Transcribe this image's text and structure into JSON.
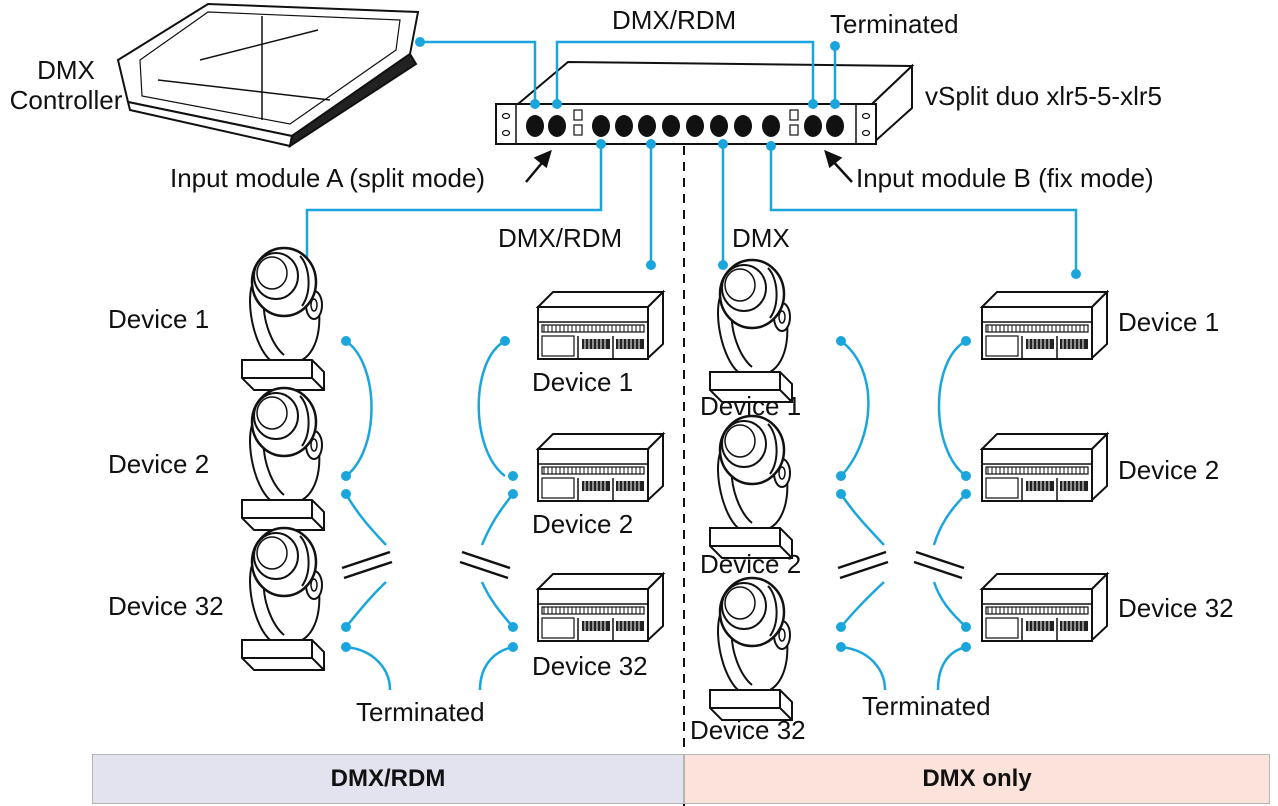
{
  "labels": {
    "controller": "DMX\nController",
    "splitter_name": "vSplit duo xlr5-5-xlr5",
    "terminated_top": "Terminated",
    "dmx_rdm_top": "DMX/RDM",
    "input_a": "Input module A (split mode)",
    "input_b": "Input module B (fix mode)",
    "dmx_rdm_mid": "DMX/RDM",
    "dmx_mid": "DMX",
    "device_1": "Device 1",
    "device_2": "Device 2",
    "device_32": "Device 32",
    "terminated": "Terminated"
  },
  "footer": {
    "left": "DMX/RDM",
    "right": "DMX only"
  },
  "colors": {
    "cable": "#1aa6dd",
    "outline": "#111111",
    "left_zone": "#e3e3ef",
    "right_zone": "#fbe2da"
  },
  "icons": [
    "dmx-controller-icon",
    "splitter-rack-icon",
    "moving-head-icon",
    "dimmer-pack-icon"
  ]
}
